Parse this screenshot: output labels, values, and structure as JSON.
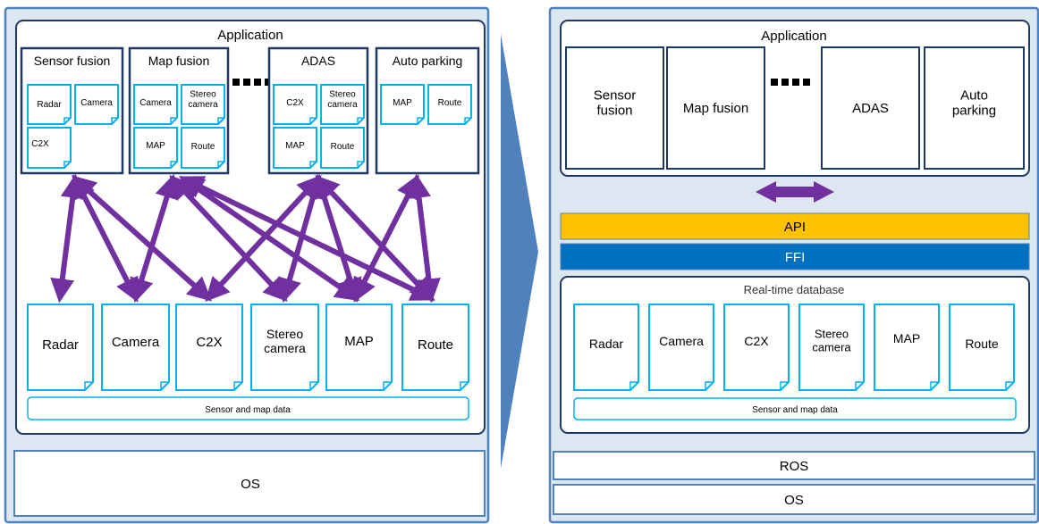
{
  "left": {
    "application_title": "Application",
    "modules": [
      {
        "title": "Sensor fusion",
        "docs": [
          "Radar",
          "Camera",
          "C2X"
        ]
      },
      {
        "title": "Map fusion",
        "docs": [
          "Camera",
          "Stereo camera",
          "MAP",
          "Route"
        ]
      },
      {
        "title": "ADAS",
        "docs": [
          "C2X",
          "Stereo camera",
          "MAP",
          "Route"
        ]
      },
      {
        "title": "Auto parking",
        "docs": [
          "MAP",
          "Route"
        ]
      }
    ],
    "data_items": [
      "Radar",
      "Camera",
      "C2X",
      "Stereo camera",
      "MAP",
      "Route"
    ],
    "data_group_label": "Sensor and map data",
    "os_label": "OS"
  },
  "right": {
    "application_title": "Application",
    "modules": [
      "Sensor fusion",
      "Map fusion",
      "ADAS",
      "Auto parking"
    ],
    "api_label": "API",
    "ffi_label": "FFI",
    "database_title": "Real-time database",
    "data_items": [
      "Radar",
      "Camera",
      "C2X",
      "Stereo camera",
      "MAP",
      "Route"
    ],
    "data_group_label": "Sensor and map data",
    "ros_label": "ROS",
    "os_label": "OS"
  },
  "colors": {
    "panel_fill": "#dde7f1",
    "panel_border": "#4f81bd",
    "doc_border": "#00b0f0",
    "arrow": "#7030a0",
    "api": "#ffc000",
    "ffi": "#0070c0",
    "chevron": "#4f81bd"
  }
}
